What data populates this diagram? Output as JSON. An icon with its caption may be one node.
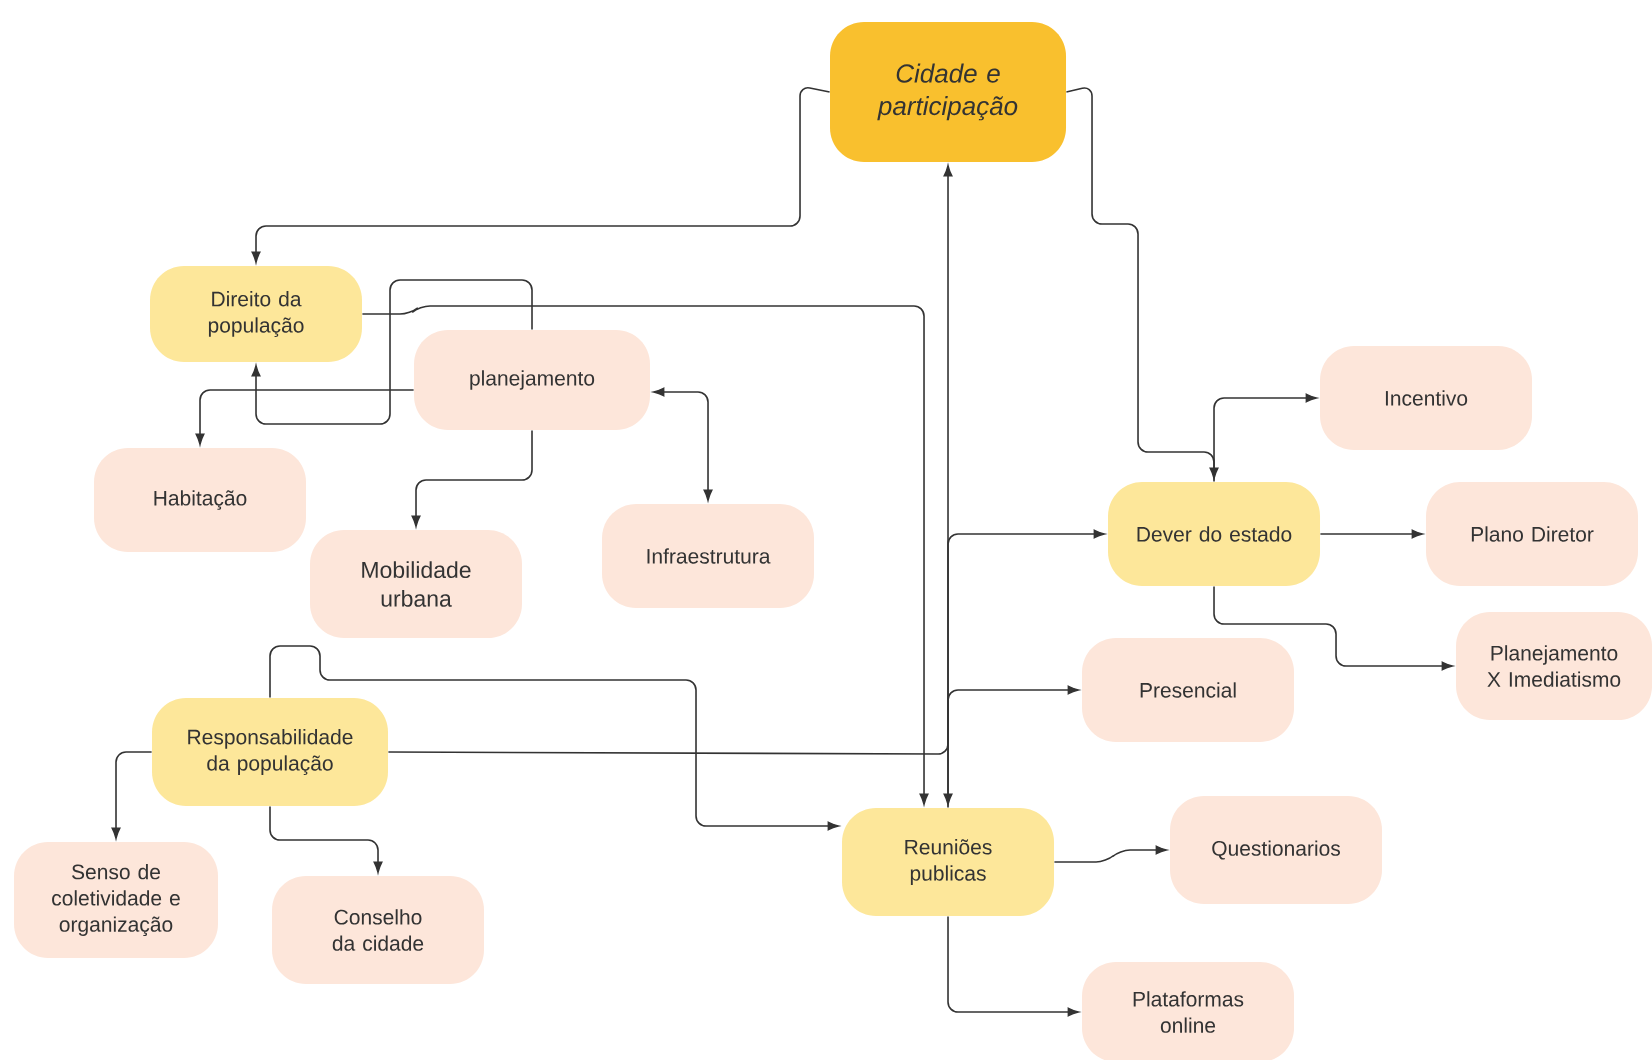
{
  "diagram": {
    "nodes": [
      {
        "text": [
          "Cidade e participação"
        ]
      },
      {
        "text": [
          "Direito da população"
        ]
      },
      {
        "text": [
          "planejamento"
        ]
      },
      {
        "text": [
          "Habitação"
        ]
      },
      {
        "text": [
          "Mobilidade urbana"
        ]
      },
      {
        "text": [
          "Infraestrutura"
        ]
      },
      {
        "text": [
          "Incentivo"
        ]
      },
      {
        "text": [
          "Dever do estado"
        ]
      },
      {
        "text": [
          "Plano Diretor"
        ]
      },
      {
        "text": [
          "Planejamento X Imediatismo"
        ]
      },
      {
        "text": [
          "Presencial"
        ]
      },
      {
        "text": [
          "Responsabilidade da população"
        ]
      },
      {
        "text": [
          "Senso de coletividade e organização"
        ]
      },
      {
        "text": [
          "Conselho da cidade"
        ]
      },
      {
        "text": [
          "Reuniões publicas"
        ]
      },
      {
        "text": [
          "Questionarios"
        ]
      },
      {
        "text": [
          "Plataformas online"
        ]
      }
    ],
    "edges": [
      {
        "from": 0,
        "to": 1,
        "arrow": "to"
      },
      {
        "from": 14,
        "to": 0,
        "arrow": "both"
      },
      {
        "from": 1,
        "to": 14,
        "arrow": "to"
      },
      {
        "from": 2,
        "to": 1,
        "arrow": "to"
      },
      {
        "from": 2,
        "to": 3,
        "arrow": "to"
      },
      {
        "from": 2,
        "to": 4,
        "arrow": "to"
      },
      {
        "from": 2,
        "to": 5,
        "arrow": "both"
      },
      {
        "from": 0,
        "to": 7,
        "arrow": "to"
      },
      {
        "from": 7,
        "to": 6,
        "arrow": "to"
      },
      {
        "from": 7,
        "to": 8,
        "arrow": "to"
      },
      {
        "from": 7,
        "to": 9,
        "arrow": "to"
      },
      {
        "from": 14,
        "to": 7,
        "arrow": "to"
      },
      {
        "from": 11,
        "to": 10,
        "arrow": "to"
      },
      {
        "from": 11,
        "to": 14,
        "arrow": "to"
      },
      {
        "from": 11,
        "to": 12,
        "arrow": "to"
      },
      {
        "from": 11,
        "to": 13,
        "arrow": "to"
      },
      {
        "from": 14,
        "to": 15,
        "arrow": "to"
      },
      {
        "from": 14,
        "to": 16,
        "arrow": "to"
      }
    ]
  }
}
